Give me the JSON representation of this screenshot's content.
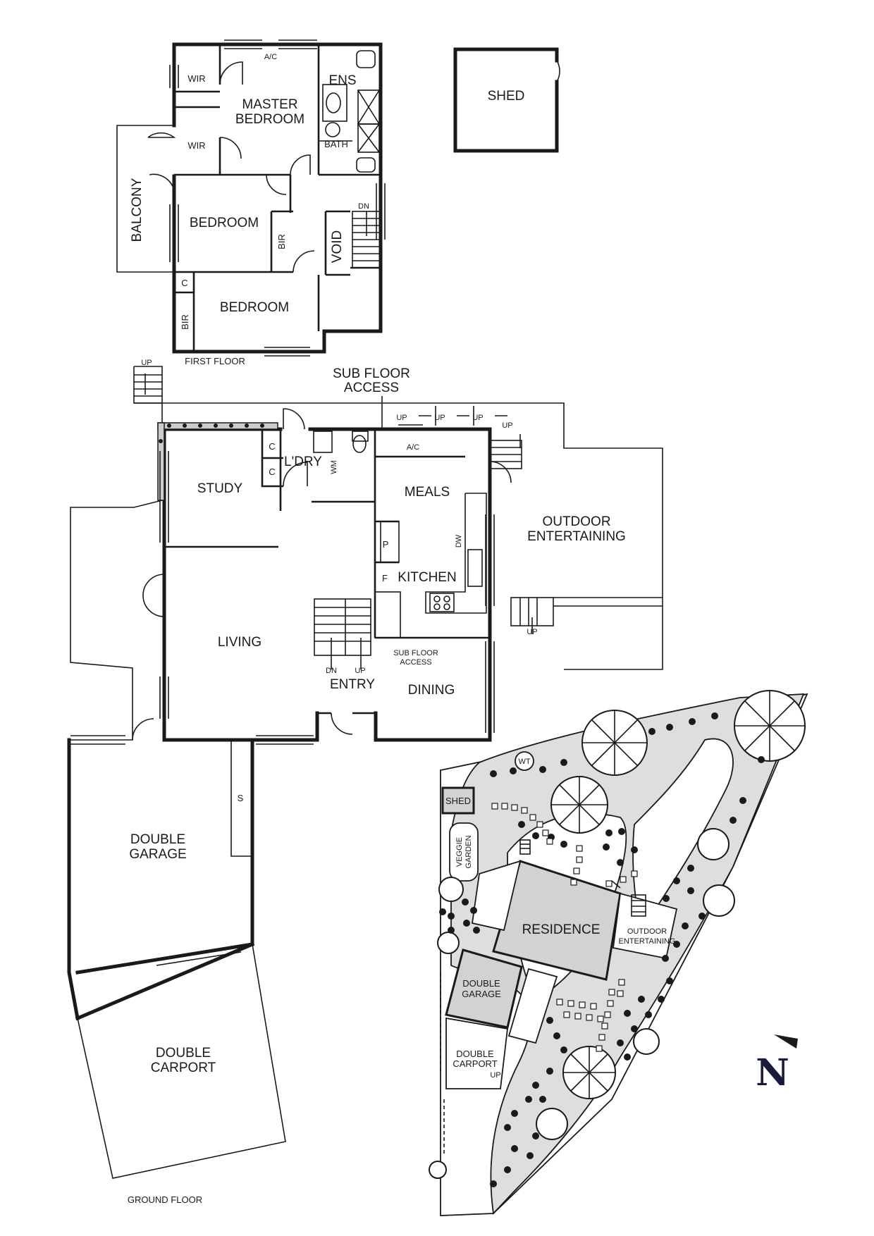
{
  "first_floor": {
    "caption": "FIRST FLOOR",
    "rooms": {
      "wir_1": "WIR",
      "wir_2": "WIR",
      "master_1": "MASTER",
      "master_2": "BEDROOM",
      "ens": "ENS",
      "bath": "BATH",
      "balcony": "BALCONY",
      "bedroom_1": "BEDROOM",
      "bedroom_2": "BEDROOM",
      "bir_1": "BIR",
      "bir_2": "BIR",
      "c": "C",
      "void": "VOID",
      "ac": "A/C",
      "dn": "DN"
    }
  },
  "shed_top": "SHED",
  "ground_floor": {
    "caption": "GROUND FLOOR",
    "rooms": {
      "up_top": "UP",
      "sub_floor_1": "SUB FLOOR",
      "sub_floor_2": "ACCESS",
      "up_1": "UP",
      "up_2": "UP",
      "up_3": "UP",
      "up_4": "UP",
      "ac": "A/C",
      "c1": "C",
      "c2": "C",
      "ldry": "L'DRY",
      "wm": "WM",
      "study": "STUDY",
      "meals": "MEALS",
      "outdoor_1": "OUTDOOR",
      "outdoor_2": "ENTERTAINING",
      "p": "P",
      "dw": "DW",
      "f": "F",
      "kitchen": "KITCHEN",
      "up_outdoor": "UP",
      "living": "LIVING",
      "sub_small_1": "SUB FLOOR",
      "sub_small_2": "ACCESS",
      "dn": "DN",
      "up_stair": "UP",
      "entry": "ENTRY",
      "dining": "DINING",
      "s": "S",
      "garage_1": "DOUBLE",
      "garage_2": "GARAGE",
      "carport_1": "DOUBLE",
      "carport_2": "CARPORT"
    }
  },
  "site_plan": {
    "wt": "WT",
    "shed": "SHED",
    "veggie_1": "VEGGIE",
    "veggie_2": "GARDEN",
    "residence": "RESIDENCE",
    "outdoor_1": "OUTDOOR",
    "outdoor_2": "ENTERTAINING",
    "garage_1": "DOUBLE",
    "garage_2": "GARAGE",
    "carport_1": "DOUBLE",
    "carport_2": "CARPORT",
    "up": "UP"
  },
  "north": "N"
}
